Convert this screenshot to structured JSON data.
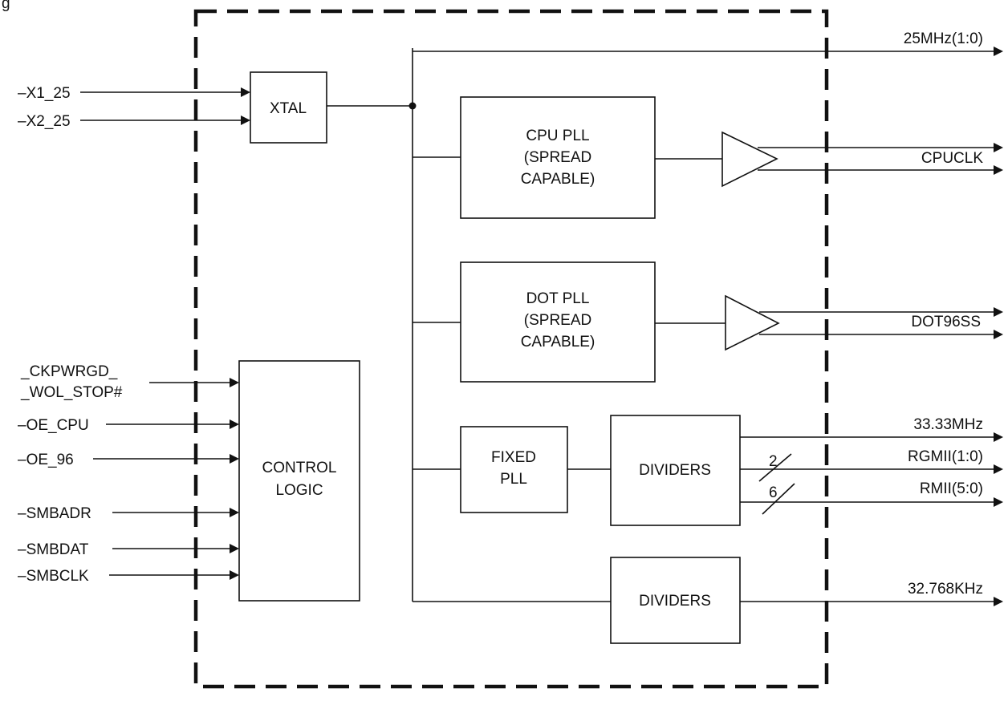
{
  "figure_label": "g",
  "blocks": {
    "xtal": {
      "lines": [
        "XTAL"
      ]
    },
    "cpu_pll": {
      "lines": [
        "CPU PLL",
        "(SPREAD",
        "CAPABLE)"
      ]
    },
    "dot_pll": {
      "lines": [
        "DOT PLL",
        "(SPREAD",
        "CAPABLE)"
      ]
    },
    "fixed_pll": {
      "lines": [
        "FIXED",
        "PLL"
      ]
    },
    "dividers_top": {
      "lines": [
        "DIVIDERS"
      ]
    },
    "dividers_bottom": {
      "lines": [
        "DIVIDERS"
      ]
    },
    "control_logic": {
      "lines": [
        "CONTROL",
        "LOGIC"
      ]
    }
  },
  "inputs": {
    "x1": "–X1_25",
    "x2": "–X2_25",
    "ckpwrgd_1": "_CKPWRGD_",
    "ckpwrgd_2": "_WOL_STOP#",
    "oe_cpu": "–OE_CPU",
    "oe_96": "–OE_96",
    "smbadr": "–SMBADR",
    "smbdat": "–SMBDAT",
    "smbclk": "–SMBCLK"
  },
  "outputs": {
    "o25": "25MHz(1:0)",
    "cpuclk": "CPUCLK",
    "dot96": "DOT96SS",
    "o3333": "33.33MHz",
    "rgmii": "RGMII(1:0)",
    "rmii": "RMII(5:0)",
    "o32k": "32.768KHz"
  },
  "bus_widths": {
    "rgmii": "2",
    "rmii": "6"
  },
  "colors": {
    "line": "#111111",
    "background": "#ffffff"
  }
}
